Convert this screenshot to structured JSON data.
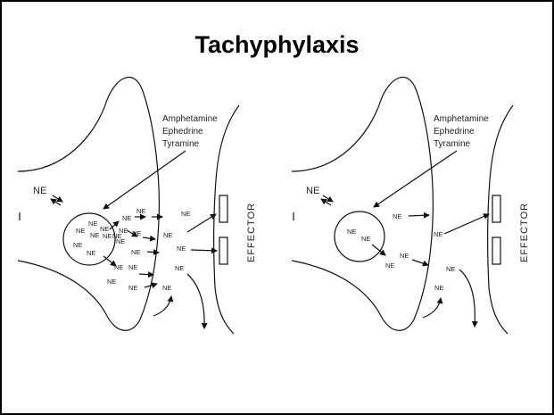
{
  "slide": {
    "title": "Tachyphylaxis",
    "drug_labels": [
      "Amphetamine",
      "Ephedrine",
      "Tyramine"
    ],
    "neurotransmitter": "NE",
    "effector_label": "EFFECTOR"
  }
}
